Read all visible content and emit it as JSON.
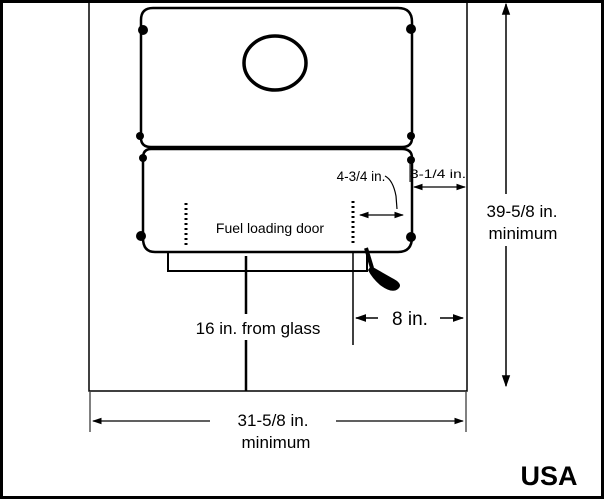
{
  "diagram": {
    "labels": {
      "dim_side_small": "4-3/4 in.",
      "dim_side_clear": "3-1/4 in.",
      "dim_height": "39-5/8 in.",
      "dim_height_min": "minimum",
      "door": "Fuel loading door",
      "from_glass": "16 in. from glass",
      "front_clear": "8 in.",
      "width": "31-5/8 in.",
      "width_min": "minimum",
      "region": "USA"
    }
  }
}
